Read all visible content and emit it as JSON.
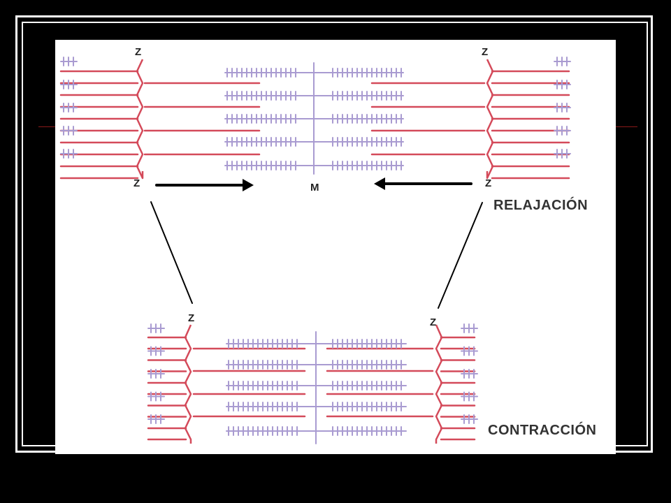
{
  "diagram": {
    "labels": {
      "z": "Z",
      "m": "M",
      "relaxed": "RELAJACIÓN",
      "contracted": "CONTRACCIÓN"
    },
    "colors": {
      "background": "#000000",
      "panel": "#ffffff",
      "actin": "#d44a5a",
      "myosin": "#a99bd1",
      "arrow": "#000000",
      "accent": "#8b1a1a"
    }
  }
}
